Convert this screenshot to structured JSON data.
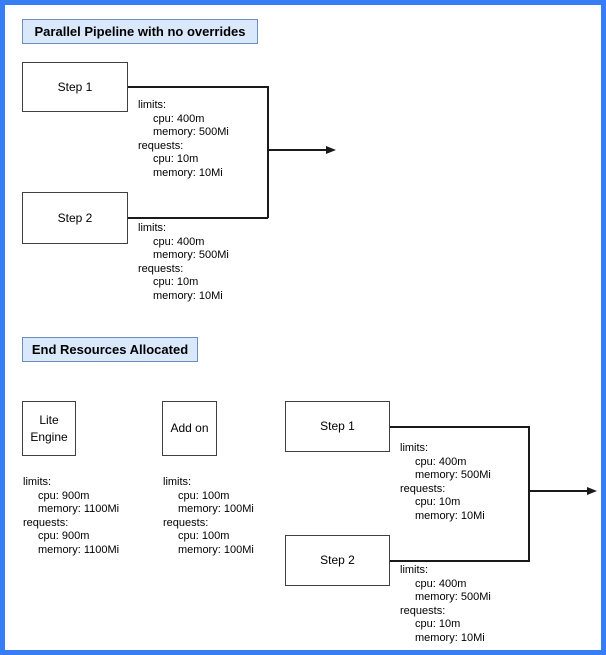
{
  "colors": {
    "page_border": "#377df6",
    "title_fill": "#dae8fc",
    "title_border": "#6c8ebf",
    "node_border": "#404040",
    "connector": "#1a1a1a"
  },
  "pipeline_section": {
    "title": "Parallel Pipeline with no overrides",
    "step1": {
      "label": "Step 1",
      "resources": [
        "limits:",
        "cpu: 400m",
        "memory: 500Mi",
        "requests:",
        "cpu: 10m",
        "memory: 10Mi"
      ]
    },
    "step2": {
      "label": "Step 2",
      "resources": [
        "limits:",
        "cpu: 400m",
        "memory: 500Mi",
        "requests:",
        "cpu: 10m",
        "memory: 10Mi"
      ]
    }
  },
  "end_resources_section": {
    "title": "End Resources Allocated",
    "lite_engine": {
      "label_line1": "Lite",
      "label_line2": "Engine",
      "resources": [
        "limits:",
        "cpu: 900m",
        "memory: 1100Mi",
        "requests:",
        "cpu: 900m",
        "memory: 1100Mi"
      ]
    },
    "add_on": {
      "label": "Add on",
      "resources": [
        "limits:",
        "cpu: 100m",
        "memory: 100Mi",
        "requests:",
        "cpu: 100m",
        "memory: 100Mi"
      ]
    },
    "step1": {
      "label": "Step 1",
      "resources": [
        "limits:",
        "cpu: 400m",
        "memory: 500Mi",
        "requests:",
        "cpu: 10m",
        "memory: 10Mi"
      ]
    },
    "step2": {
      "label": "Step 2",
      "resources": [
        "limits:",
        "cpu: 400m",
        "memory: 500Mi",
        "requests:",
        "cpu: 10m",
        "memory: 10Mi"
      ]
    }
  }
}
